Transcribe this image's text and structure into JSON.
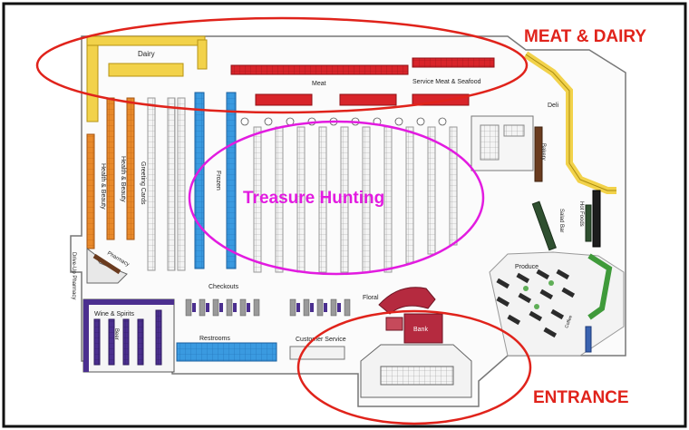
{
  "callouts": {
    "meat_dairy": "MEAT & DAIRY",
    "treasure": "Treasure Hunting",
    "entrance": "ENTRANCE"
  },
  "departments": {
    "dairy": "Dairy",
    "meat": "Meat",
    "service_meat": "Service Meat & Seafood",
    "deli": "Deli",
    "bakery": "Bakery",
    "salad_bar": "Salad Bar",
    "hot_foods": "Hot Foods",
    "produce": "Produce",
    "coffee": "Coffee",
    "floral": "Floral",
    "bank": "Bank",
    "frozen": "Frozen",
    "checkouts": "Checkouts",
    "restrooms": "Restrooms",
    "customer_service": "Customer Service",
    "wine_spirits": "Wine & Spirits",
    "beer": "Beer",
    "pharmacy": "Pharmacy",
    "drive_up_pharmacy": "Drive-Up Pharmacy",
    "health_beauty_1": "Health & Beauty",
    "health_beauty_2": "Health & Beauty",
    "greeting_cards": "Greeting Cards"
  },
  "colors": {
    "highlight_red": "#e0231b",
    "highlight_magenta": "#e21be0",
    "dairy_yellow": "#f2d24a",
    "meat_red": "#d8242a",
    "frozen_blue": "#3a9ae0",
    "hb_orange": "#e8892a",
    "wine_purple": "#4b2f8f",
    "produce_green": "#3f9a3a",
    "bank_maroon": "#b52a3f"
  }
}
